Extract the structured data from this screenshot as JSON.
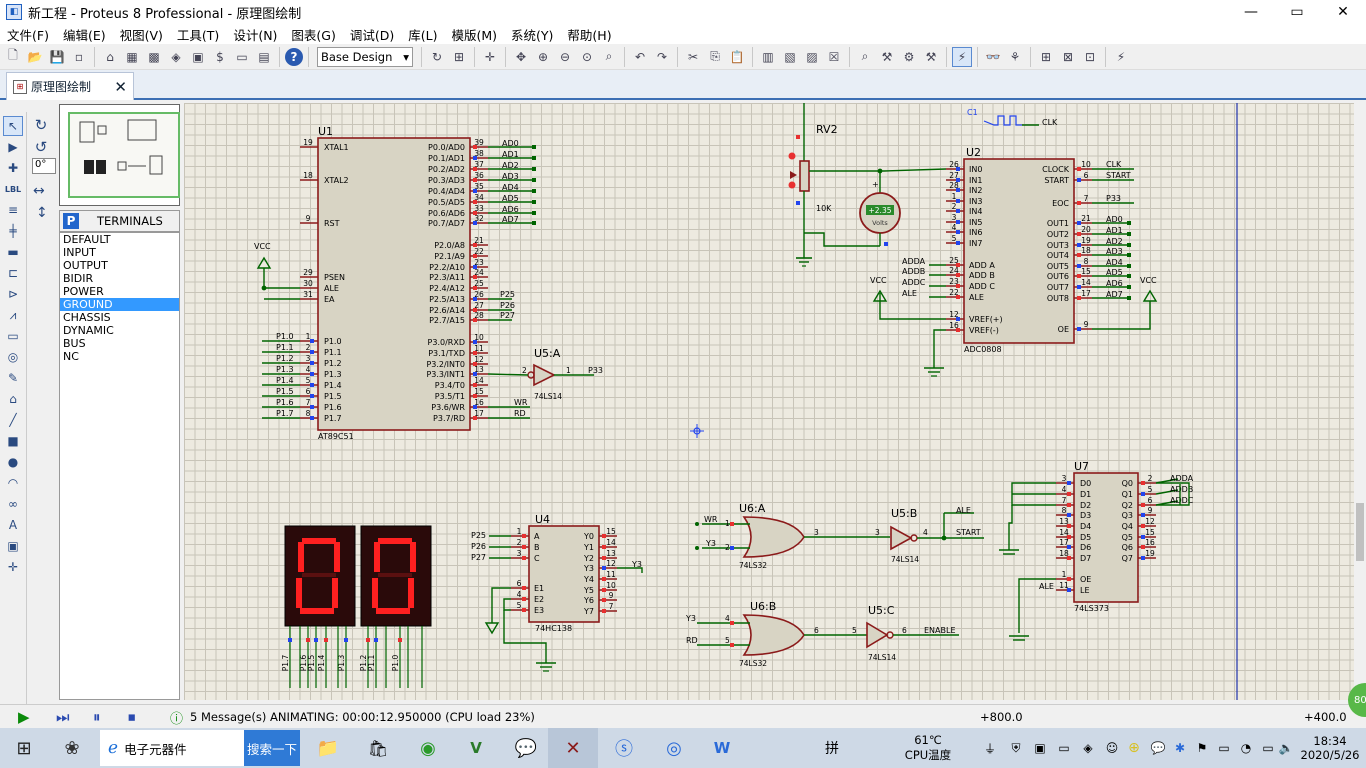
{
  "window": {
    "title": "新工程 - Proteus 8 Professional - 原理图绘制",
    "minimize": "—",
    "restore": "▭",
    "close": "✕"
  },
  "menu": [
    "文件(F)",
    "编辑(E)",
    "视图(V)",
    "工具(T)",
    "设计(N)",
    "图表(G)",
    "调试(D)",
    "库(L)",
    "模版(M)",
    "系统(Y)",
    "帮助(H)"
  ],
  "toolbar": {
    "design_select": "Base Design"
  },
  "tab": {
    "label": "原理图绘制",
    "close": "✕"
  },
  "rotation": {
    "angle": "0°"
  },
  "terminals": {
    "header_icon": "P",
    "header": "TERMINALS",
    "items": [
      "DEFAULT",
      "INPUT",
      "OUTPUT",
      "BIDIR",
      "POWER",
      "GROUND",
      "CHASSIS",
      "DYNAMIC",
      "BUS",
      "NC"
    ],
    "selected": "GROUND"
  },
  "schematic": {
    "u1": {
      "ref": "U1",
      "part": "AT89C51",
      "left_pins": [
        {
          "num": "19",
          "name": "XTAL1"
        },
        {
          "num": "18",
          "name": "XTAL2"
        },
        {
          "num": "9",
          "name": "RST"
        },
        {
          "num": "29",
          "name": "PSEN"
        },
        {
          "num": "30",
          "name": "ALE"
        },
        {
          "num": "31",
          "name": "EA"
        },
        {
          "num": "1",
          "name": "P1.0"
        },
        {
          "num": "2",
          "name": "P1.1"
        },
        {
          "num": "3",
          "name": "P1.2"
        },
        {
          "num": "4",
          "name": "P1.3"
        },
        {
          "num": "5",
          "name": "P1.4"
        },
        {
          "num": "6",
          "name": "P1.5"
        },
        {
          "num": "7",
          "name": "P1.6"
        },
        {
          "num": "8",
          "name": "P1.7"
        }
      ],
      "left_nets": [
        "P1.0",
        "P1.1",
        "P1.2",
        "P1.3",
        "P1.4",
        "P1.5",
        "P1.6",
        "P1.7"
      ],
      "right_pins": [
        {
          "num": "39",
          "name": "P0.0/AD0"
        },
        {
          "num": "38",
          "name": "P0.1/AD1"
        },
        {
          "num": "37",
          "name": "P0.2/AD2"
        },
        {
          "num": "36",
          "name": "P0.3/AD3"
        },
        {
          "num": "35",
          "name": "P0.4/AD4"
        },
        {
          "num": "34",
          "name": "P0.5/AD5"
        },
        {
          "num": "33",
          "name": "P0.6/AD6"
        },
        {
          "num": "32",
          "name": "P0.7/AD7"
        },
        {
          "num": "21",
          "name": "P2.0/A8"
        },
        {
          "num": "22",
          "name": "P2.1/A9"
        },
        {
          "num": "23",
          "name": "P2.2/A10"
        },
        {
          "num": "24",
          "name": "P2.3/A11"
        },
        {
          "num": "25",
          "name": "P2.4/A12"
        },
        {
          "num": "26",
          "name": "P2.5/A13"
        },
        {
          "num": "27",
          "name": "P2.6/A14"
        },
        {
          "num": "28",
          "name": "P2.7/A15"
        },
        {
          "num": "10",
          "name": "P3.0/RXD"
        },
        {
          "num": "11",
          "name": "P3.1/TXD"
        },
        {
          "num": "12",
          "name": "P3.2/INT0"
        },
        {
          "num": "13",
          "name": "P3.3/INT1"
        },
        {
          "num": "14",
          "name": "P3.4/T0"
        },
        {
          "num": "15",
          "name": "P3.5/T1"
        },
        {
          "num": "16",
          "name": "P3.6/WR"
        },
        {
          "num": "17",
          "name": "P3.7/RD"
        }
      ],
      "right_nets": [
        "AD0",
        "AD1",
        "AD2",
        "AD3",
        "AD4",
        "AD5",
        "AD6",
        "AD7",
        "P25",
        "P26",
        "P27",
        "WR",
        "RD"
      ],
      "vcc": "VCC"
    },
    "u5a": {
      "ref": "U5:A",
      "part": "74LS14",
      "pin_in": "1",
      "pin_out": "2",
      "net": "P33"
    },
    "rv2": {
      "ref": "RV2",
      "value": "10K"
    },
    "voltmeter": {
      "reading": "+2.35",
      "unit": "Volts"
    },
    "clk": {
      "ref": "C1",
      "net": "CLK"
    },
    "u2": {
      "ref": "U2",
      "part": "ADC0808",
      "left_pins": [
        {
          "num": "26",
          "name": "IN0"
        },
        {
          "num": "27",
          "name": "IN1"
        },
        {
          "num": "28",
          "name": "IN2"
        },
        {
          "num": "1",
          "name": "IN3"
        },
        {
          "num": "2",
          "name": "IN4"
        },
        {
          "num": "3",
          "name": "IN5"
        },
        {
          "num": "4",
          "name": "IN6"
        },
        {
          "num": "5",
          "name": "IN7"
        },
        {
          "num": "25",
          "name": "ADD A"
        },
        {
          "num": "24",
          "name": "ADD B"
        },
        {
          "num": "23",
          "name": "ADD C"
        },
        {
          "num": "22",
          "name": "ALE"
        },
        {
          "num": "12",
          "name": "VREF(+)"
        },
        {
          "num": "16",
          "name": "VREF(-)"
        }
      ],
      "left_nets": [
        "ADDA",
        "ADDB",
        "ADDC",
        "ALE"
      ],
      "right_pins": [
        {
          "num": "10",
          "name": "CLOCK"
        },
        {
          "num": "6",
          "name": "START"
        },
        {
          "num": "7",
          "name": "EOC"
        },
        {
          "num": "21",
          "name": "OUT1"
        },
        {
          "num": "20",
          "name": "OUT2"
        },
        {
          "num": "19",
          "name": "OUT3"
        },
        {
          "num": "18",
          "name": "OUT4"
        },
        {
          "num": "8",
          "name": "OUT5"
        },
        {
          "num": "15",
          "name": "OUT6"
        },
        {
          "num": "14",
          "name": "OUT7"
        },
        {
          "num": "17",
          "name": "OUT8"
        },
        {
          "num": "9",
          "name": "OE"
        }
      ],
      "right_nets": [
        "CLK",
        "START",
        "P33",
        "AD0",
        "AD1",
        "AD2",
        "AD3",
        "AD4",
        "AD5",
        "AD6",
        "AD7"
      ],
      "vcc_left": "VCC",
      "vcc_right": "VCC"
    },
    "display": {
      "digits": [
        "0",
        "0"
      ],
      "pin_labels": [
        "P1.7",
        "P1.6",
        "P1.5",
        "P1.4",
        "P1.3",
        "P1.2",
        "P1.1",
        "P1.0"
      ]
    },
    "u4": {
      "ref": "U4",
      "part": "74HC138",
      "left_pins": [
        {
          "num": "1",
          "name": "A"
        },
        {
          "num": "2",
          "name": "B"
        },
        {
          "num": "3",
          "name": "C"
        },
        {
          "num": "6",
          "name": "E1"
        },
        {
          "num": "4",
          "name": "E2"
        },
        {
          "num": "5",
          "name": "E3"
        }
      ],
      "left_nets": [
        "P25",
        "P26",
        "P27"
      ],
      "right_pins": [
        {
          "num": "15",
          "name": "Y0"
        },
        {
          "num": "14",
          "name": "Y1"
        },
        {
          "num": "13",
          "name": "Y2"
        },
        {
          "num": "12",
          "name": "Y3"
        },
        {
          "num": "11",
          "name": "Y4"
        },
        {
          "num": "10",
          "name": "Y5"
        },
        {
          "num": "9",
          "name": "Y6"
        },
        {
          "num": "7",
          "name": "Y7"
        }
      ],
      "net_y3": "Y3"
    },
    "u6a": {
      "ref": "U6:A",
      "part": "74LS32",
      "in1": "1",
      "in2": "2",
      "out": "3",
      "net1": "WR",
      "net2": "Y3"
    },
    "u6b": {
      "ref": "U6:B",
      "part": "74LS32",
      "in1": "4",
      "in2": "5",
      "out": "6",
      "net1": "Y3",
      "net2": "RD"
    },
    "u5b": {
      "ref": "U5:B",
      "part": "74LS14",
      "pin_in": "3",
      "pin_out": "4",
      "net1": "ALE",
      "net2": "START"
    },
    "u5c": {
      "ref": "U5:C",
      "part": "74LS14",
      "pin_in": "5",
      "pin_out": "6",
      "net": "ENABLE"
    },
    "u7": {
      "ref": "U7",
      "part": "74LS373",
      "left_pins": [
        {
          "num": "3",
          "name": "D0"
        },
        {
          "num": "4",
          "name": "D1"
        },
        {
          "num": "7",
          "name": "D2"
        },
        {
          "num": "8",
          "name": "D3"
        },
        {
          "num": "13",
          "name": "D4"
        },
        {
          "num": "14",
          "name": "D5"
        },
        {
          "num": "17",
          "name": "D6"
        },
        {
          "num": "18",
          "name": "D7"
        },
        {
          "num": "1",
          "name": "OE"
        },
        {
          "num": "11",
          "name": "LE"
        }
      ],
      "right_pins": [
        {
          "num": "2",
          "name": "Q0"
        },
        {
          "num": "5",
          "name": "Q1"
        },
        {
          "num": "6",
          "name": "Q2"
        },
        {
          "num": "9",
          "name": "Q3"
        },
        {
          "num": "12",
          "name": "Q4"
        },
        {
          "num": "15",
          "name": "Q5"
        },
        {
          "num": "16",
          "name": "Q6"
        },
        {
          "num": "19",
          "name": "Q7"
        }
      ],
      "right_nets": [
        "ADDA",
        "ADDB",
        "ADDC"
      ],
      "net_ale": "ALE"
    }
  },
  "status": {
    "messages": "5 Message(s)",
    "animating": "ANIMATING: 00:00:12.950000 (CPU load 23%)",
    "x_coord": "+800.0",
    "y_coord": "+400.0",
    "badge": "80"
  },
  "taskbar": {
    "search_text": "电子元器件",
    "search_button": "搜索一下",
    "ime": "拼",
    "temperature": "61℃",
    "temp_label": "CPU温度",
    "time": "18:34",
    "date": "2020/5/26"
  },
  "colors": {
    "wire": "#006400",
    "component": "#8b1a1a",
    "component_fill": "#d8d4c4",
    "grid_bg": "#edeae0",
    "pin_red": "#e83030",
    "pin_blue": "#2244ee",
    "segment_on": "#ff2020",
    "accent": "#3399ff"
  }
}
